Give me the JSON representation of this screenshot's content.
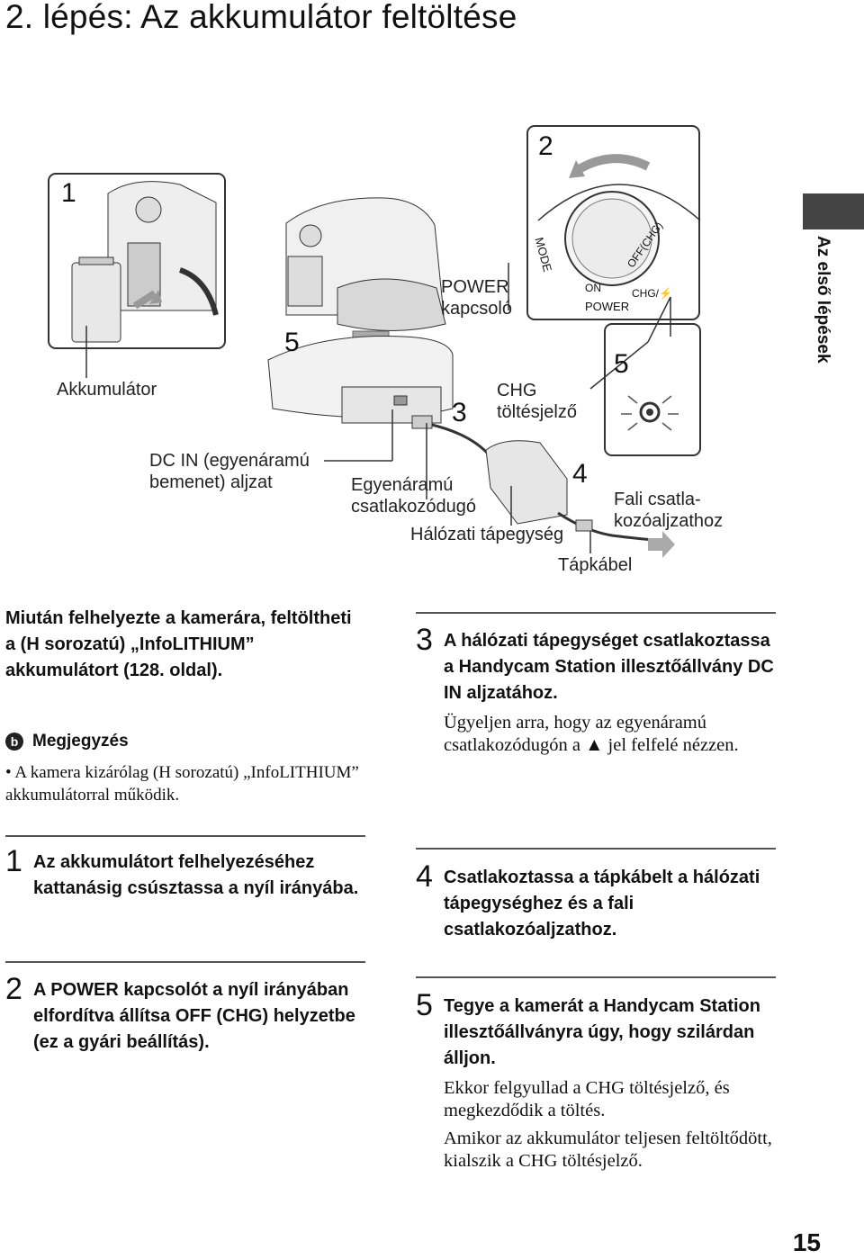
{
  "title": "2. lépés: Az akkumulátor feltöltése",
  "side_label": "Az első lépések",
  "figure": {
    "panel1_num": "1",
    "panel2_num": "2",
    "num5a": "5",
    "num5b": "5",
    "num3": "3",
    "num4": "4",
    "akkumulator": "Akkumulátor",
    "power": "POWER\nkapcsoló",
    "chg": "CHG\ntöltésjelző",
    "dcin": "DC IN (egyenáramú\nbemenet) aljzat",
    "egyenaramu": "Egyenáramú\ncsatlakozódugó",
    "fali": "Fali csatla-\nkozóaljzathoz",
    "halozati": "Hálózati tápegység",
    "tapkabel": "Tápkábel",
    "dial_mode": "MODE",
    "dial_on": "ON",
    "dial_off": "OFF(CHG)",
    "dial_power": "POWER",
    "dial_chg": "CHG/⚡"
  },
  "intro": "Miután felhelyezte a kamerára, feltöltheti a (H sorozatú) „InfoLITHIUM” akkumulátort (128. oldal).",
  "note": {
    "icon": "b",
    "heading": "Megjegyzés",
    "text": "• A kamera kizárólag (H sorozatú) „InfoLITHIUM” akkumulátorral működik."
  },
  "steps": [
    {
      "num": "1",
      "heading": "Az akkumulátort felhelyezéséhez kattanásig csúsztassa a nyíl irányába."
    },
    {
      "num": "2",
      "heading": "A POWER kapcsolót a nyíl irányában elfordítva állítsa OFF (CHG) helyzetbe (ez a gyári beállítás)."
    },
    {
      "num": "3",
      "heading": "A hálózati tápegységet csatlakoztassa a Handycam Station illesztőállvány DC IN aljzatához.",
      "p1": "Ügyeljen arra, hogy az egyenáramú csatlakozódugón a ▲ jel felfelé nézzen."
    },
    {
      "num": "4",
      "heading": "Csatlakoztassa a tápkábelt a hálózati tápegységhez és a fali csatlakozóaljzathoz."
    },
    {
      "num": "5",
      "heading": "Tegye a kamerát a Handycam Station illesztőállványra úgy, hogy szilárdan álljon.",
      "p1": "Ekkor felgyullad a CHG töltésjelző, és megkezdődik a töltés.",
      "p2": "Amikor az akkumulátor teljesen feltöltődött, kialszik a CHG töltésjelző."
    }
  ],
  "page_number": "15"
}
